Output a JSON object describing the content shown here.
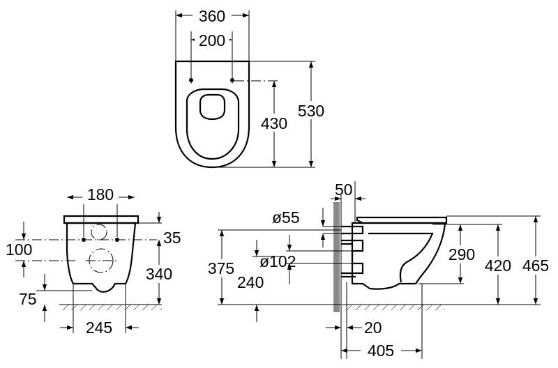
{
  "top_view": {
    "width_overall": "360",
    "fixing_spacing": "200",
    "fixing_to_front": "430",
    "length_overall": "530"
  },
  "front_view": {
    "fixing_spacing": "180",
    "fixing_height_offset": "35",
    "inlet_to_fixing": "100",
    "height_to_fixing": "340",
    "outlet_height": "75",
    "base_width": "245"
  },
  "side_view": {
    "wall_offset": "50",
    "inlet_diameter": "ø55",
    "outlet_diameter": "ø102",
    "inlet_height": "375",
    "outlet_height": "240",
    "rim_to_outlet": "290",
    "rim_height": "420",
    "overall_height": "465",
    "outlet_projection": "20",
    "projection": "405"
  }
}
